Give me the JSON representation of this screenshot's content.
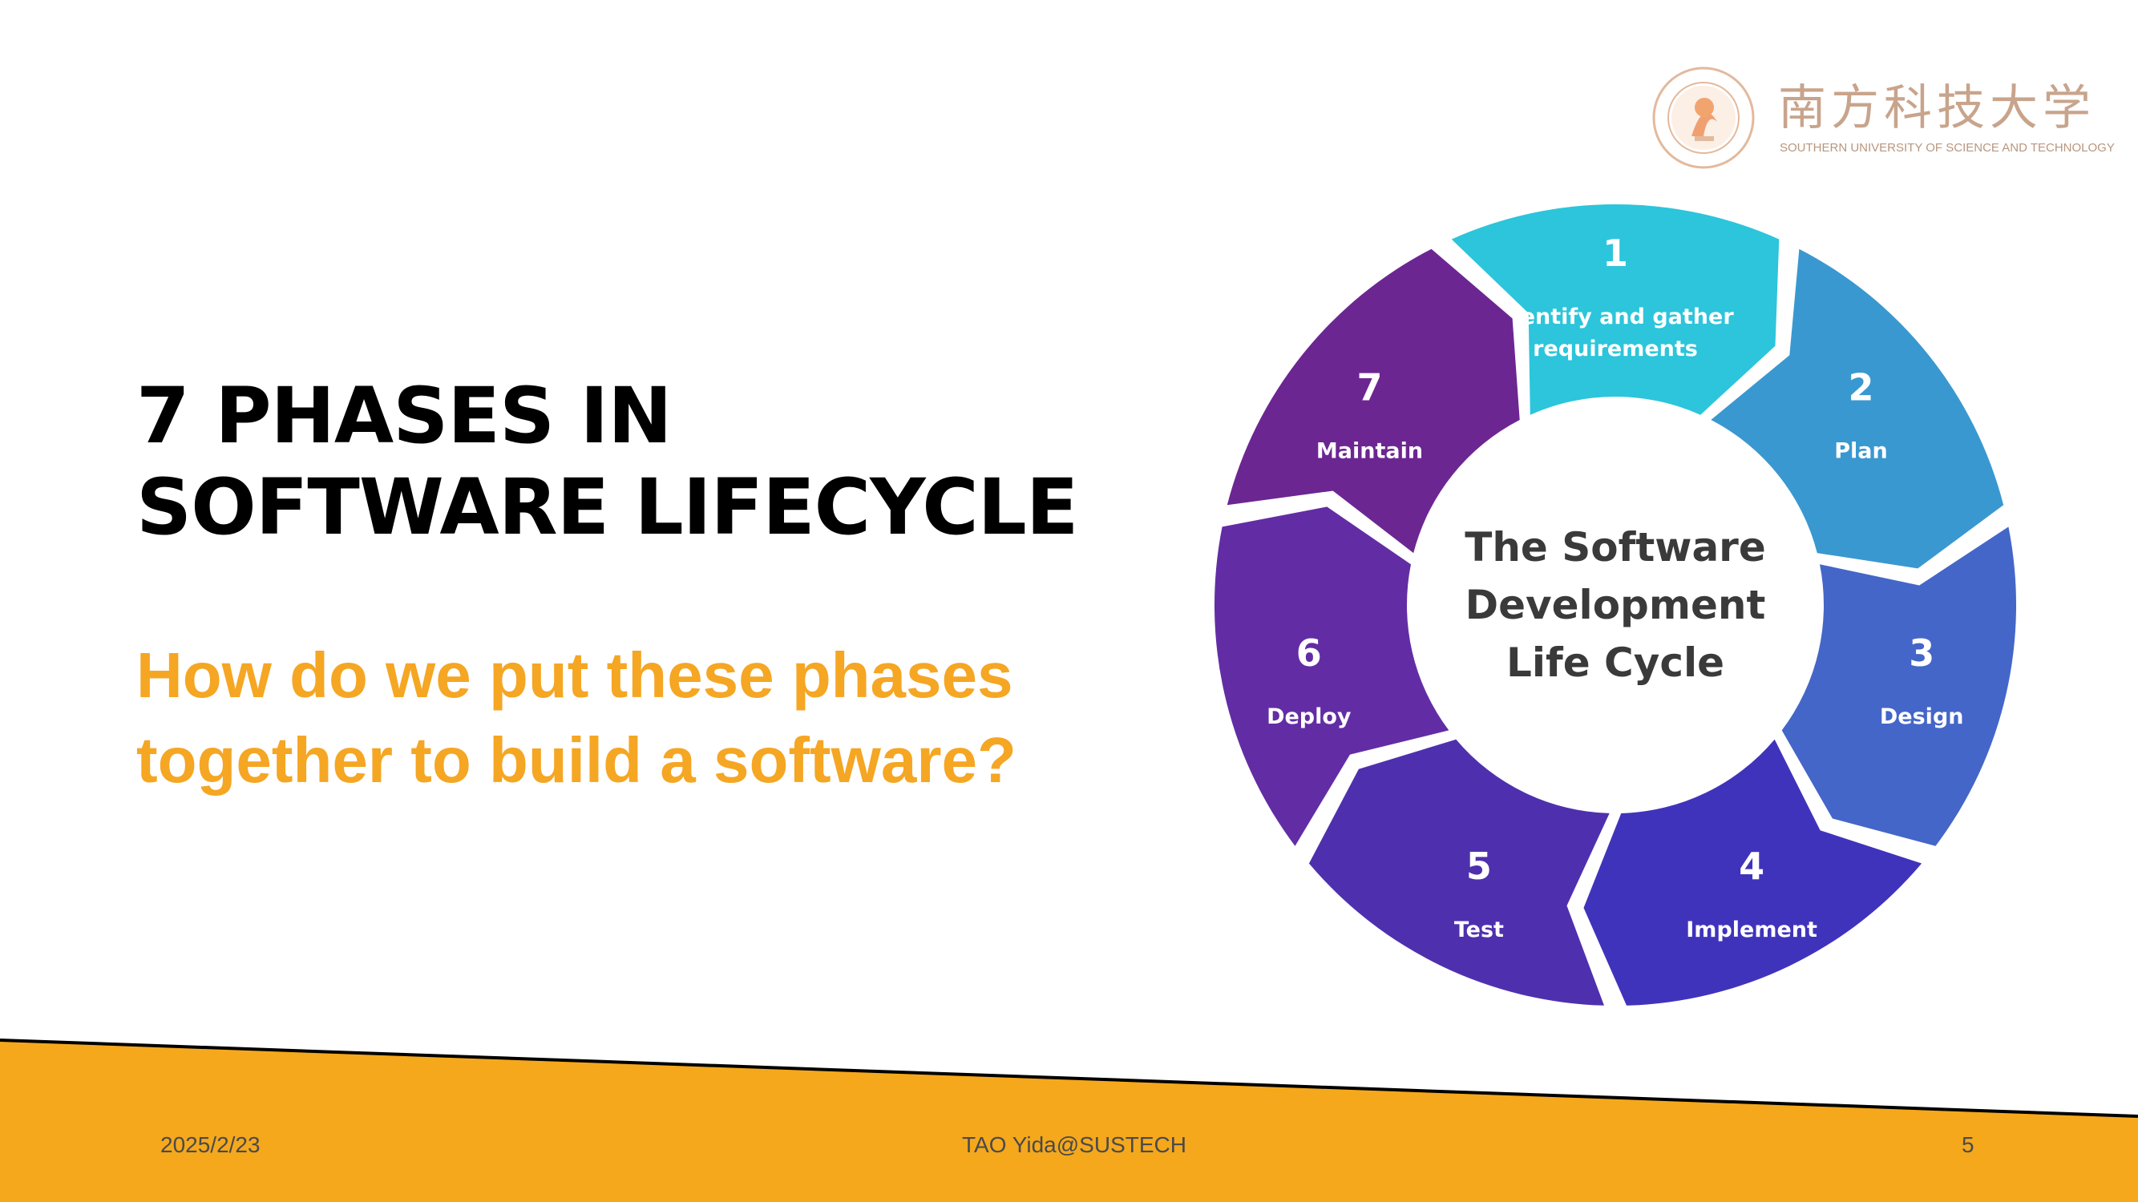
{
  "title": {
    "line1": "7 Phases in",
    "line2": "Software Lifecycle"
  },
  "subtitle": {
    "line1": "How do we put these phases",
    "line2": "together to build a software?"
  },
  "logo": {
    "name_cn": "南方科技大学",
    "name_en": "SOUTHERN UNIVERSITY OF SCIENCE AND TECHNOLOGY"
  },
  "diagram": {
    "center": [
      "The Software",
      "Development",
      "Life Cycle"
    ],
    "phases": [
      {
        "number": "1",
        "label": [
          "Identify and gather",
          "requirements"
        ],
        "color": "#2CC5DB"
      },
      {
        "number": "2",
        "label": [
          "Plan"
        ],
        "color": "#3A98D0"
      },
      {
        "number": "3",
        "label": [
          "Design"
        ],
        "color": "#4466C8"
      },
      {
        "number": "4",
        "label": [
          "Implement"
        ],
        "color": "#4033BB"
      },
      {
        "number": "5",
        "label": [
          "Test"
        ],
        "color": "#4E30AE"
      },
      {
        "number": "6",
        "label": [
          "Deploy"
        ],
        "color": "#622DA4"
      },
      {
        "number": "7",
        "label": [
          "Maintain"
        ],
        "color": "#6C2692"
      }
    ]
  },
  "footer": {
    "date": "2025/2/23",
    "author": "TAO Yida@SUSTECH",
    "page": "5",
    "band_color": "#F5A81C"
  }
}
